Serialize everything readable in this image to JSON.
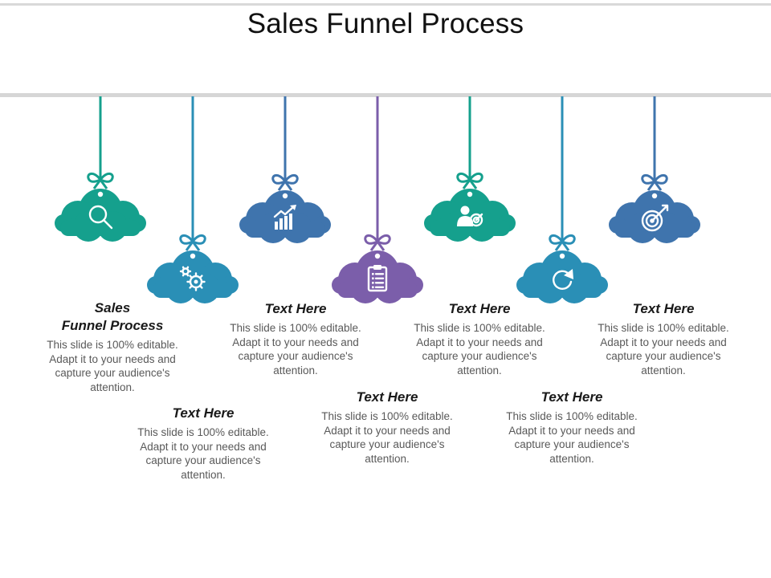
{
  "title": "Sales Funnel Process",
  "colors": {
    "teal": "#15a08d",
    "blue": "#2a8fb6",
    "steel": "#3f74ad",
    "purple": "#7b5eaa",
    "bar": "#d6d6d6"
  },
  "items": [
    {
      "color": "teal",
      "icon": "search-icon"
    },
    {
      "color": "blue",
      "icon": "gears-icon"
    },
    {
      "color": "steel",
      "icon": "growth-chart-icon"
    },
    {
      "color": "purple",
      "icon": "clipboard-icon"
    },
    {
      "color": "teal",
      "icon": "user-target-icon"
    },
    {
      "color": "blue",
      "icon": "refresh-icon"
    },
    {
      "color": "steel",
      "icon": "target-arrow-icon"
    }
  ],
  "texts": [
    {
      "heading": "Sales\nFunnel Process",
      "body": "This slide is 100% editable. Adapt it to your needs and capture your audience's attention."
    },
    {
      "heading": "Text Here",
      "body": "This slide is 100% editable. Adapt it to your needs and capture your audience's attention."
    },
    {
      "heading": "Text Here",
      "body": "This slide is 100% editable. Adapt it to your needs and capture your audience's attention."
    },
    {
      "heading": "Text Here",
      "body": "This slide is 100% editable. Adapt it to your needs and capture your audience's attention."
    },
    {
      "heading": "Text Here",
      "body": "This slide is 100% editable. Adapt it to your needs and capture your audience's attention."
    },
    {
      "heading": "Text Here",
      "body": "This slide is 100% editable. Adapt it to your needs and capture your audience's attention."
    },
    {
      "heading": "Text Here",
      "body": "This slide is 100% editable. Adapt it to your needs and capture your audience's attention."
    }
  ]
}
